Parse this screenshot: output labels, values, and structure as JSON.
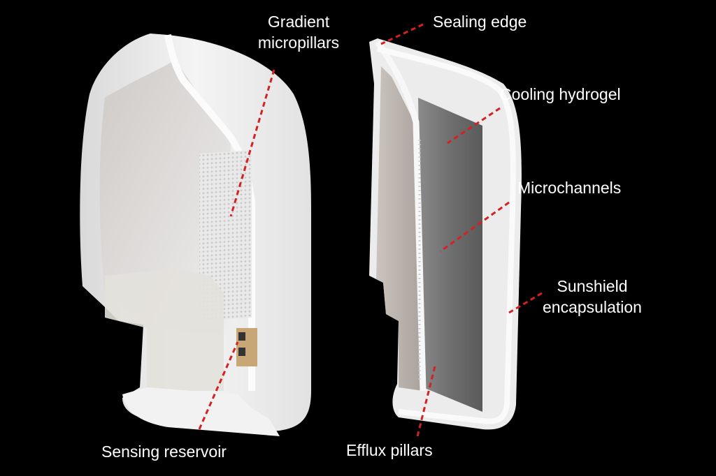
{
  "background_color": "#000000",
  "leader_color": "#d42121",
  "labels": {
    "gradient_micropillars": [
      "Gradient",
      "micropillars"
    ],
    "sealing_edge": "Sealing edge",
    "cooling_hydrogel": "Cooling hydrogel",
    "microchannels": "Microchannels",
    "sunshield_encapsulation": [
      "Sunshield",
      "encapsulation"
    ],
    "sensing_reservoir": "Sensing reservoir",
    "efflux_pillars": "Efflux pillars"
  }
}
